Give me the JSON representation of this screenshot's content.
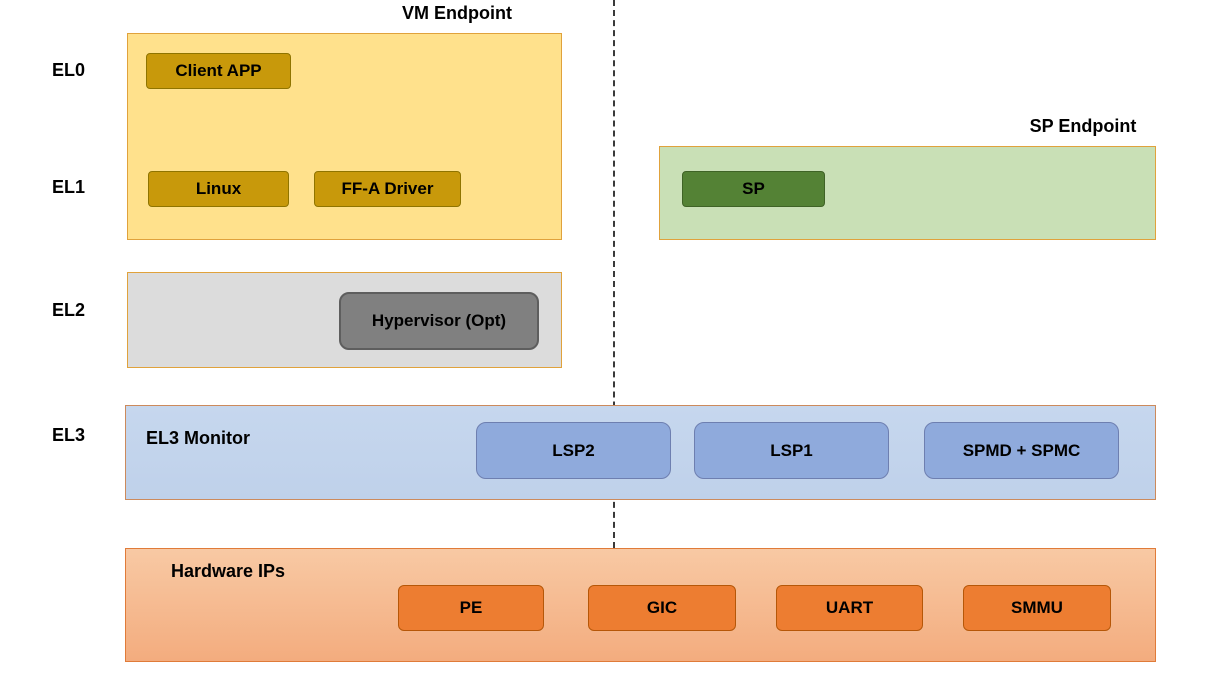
{
  "levels": {
    "el0": "EL0",
    "el1": "EL1",
    "el2": "EL2",
    "el3": "EL3"
  },
  "vm_endpoint": {
    "title": "VM Endpoint",
    "client_app": "Client APP",
    "linux": "Linux",
    "ffa_driver": "FF-A Driver"
  },
  "sp_endpoint": {
    "title": "SP Endpoint",
    "sp": "SP"
  },
  "el2_band": {
    "hypervisor": "Hypervisor (Opt)"
  },
  "el3_band": {
    "label": "EL3 Monitor",
    "blocks": [
      "LSP2",
      "LSP1",
      "SPMD + SPMC"
    ]
  },
  "hardware_band": {
    "label": "Hardware IPs",
    "blocks": [
      "PE",
      "GIC",
      "UART",
      "SMMU"
    ]
  },
  "colors": {
    "vm_fill": "#FFE18C",
    "vm_border": "#E0A23C",
    "gold_fill": "#C8990B",
    "gold_border": "#8F7400",
    "green_band": "#C9E0B6",
    "green_block": "#548235",
    "gray_band": "#DCDCDC",
    "gray_block": "#808080",
    "blue_band": "#BFD1EA",
    "blue_block": "#8FAADC",
    "hw_band_top": "#F8C9A4",
    "hw_band_bottom": "#F3AC7E",
    "hw_block": "#ED7D31",
    "line_color": "#3A3A3A",
    "text_color": "#000000"
  }
}
